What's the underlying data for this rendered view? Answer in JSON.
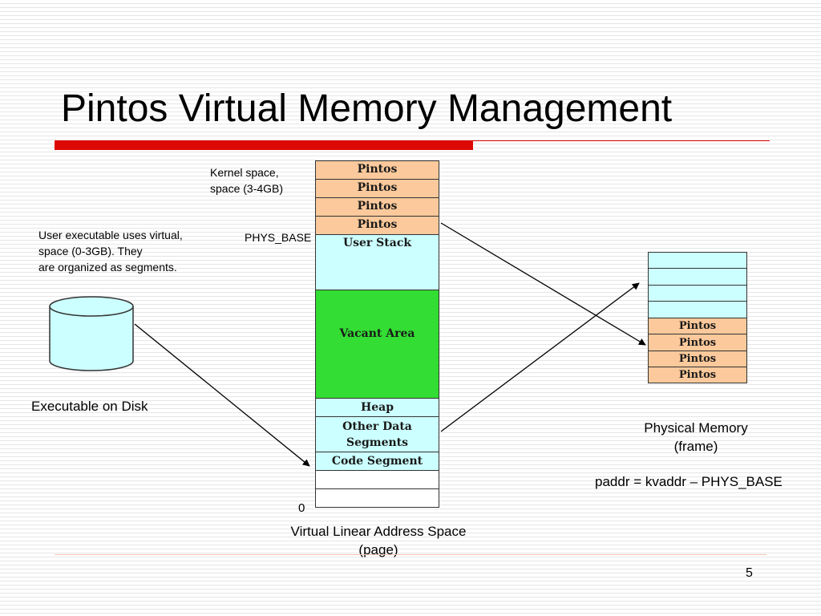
{
  "title": "Pintos Virtual Memory Management",
  "page_number": "5",
  "colors": {
    "kernel": "#fbc99b",
    "user": "#ccffff",
    "vacant": "#33dd33",
    "empty": "#ffffff",
    "accent": "#dd0806"
  },
  "labels": {
    "kernel_space_1": "Kernel space,",
    "kernel_space_2": "space (3-4GB)",
    "phys_base": "PHYS_BASE",
    "user_exec_1": "User executable uses virtual,",
    "user_exec_2": "space (0-3GB). They",
    "user_exec_3": "are organized as segments.",
    "exec_on_disk": "Executable on Disk",
    "zero": "0",
    "virtual_space_1": "Virtual Linear Address Space",
    "virtual_space_2": "(page)",
    "physical_memory_1": "Physical Memory",
    "physical_memory_2": "(frame)",
    "formula": "paddr = kvaddr – PHYS_BASE"
  },
  "virtual_segments": [
    {
      "label": "Pintos",
      "kind": "kernel"
    },
    {
      "label": "Pintos",
      "kind": "kernel"
    },
    {
      "label": "Pintos",
      "kind": "kernel"
    },
    {
      "label": "Pintos",
      "kind": "kernel"
    },
    {
      "label": "User Stack",
      "kind": "user"
    },
    {
      "label": "Vacant Area",
      "kind": "vacant"
    },
    {
      "label": "Heap",
      "kind": "user"
    },
    {
      "label": "Other Data\nSegments",
      "kind": "user"
    },
    {
      "label": "Code Segment",
      "kind": "user"
    },
    {
      "label": "",
      "kind": "empty"
    },
    {
      "label": "",
      "kind": "empty"
    }
  ],
  "physical_frames": [
    {
      "label": "",
      "kind": "user"
    },
    {
      "label": "",
      "kind": "user"
    },
    {
      "label": "",
      "kind": "user"
    },
    {
      "label": "",
      "kind": "user"
    },
    {
      "label": "Pintos",
      "kind": "kernel"
    },
    {
      "label": "Pintos",
      "kind": "kernel"
    },
    {
      "label": "Pintos",
      "kind": "kernel"
    },
    {
      "label": "Pintos",
      "kind": "kernel"
    }
  ]
}
